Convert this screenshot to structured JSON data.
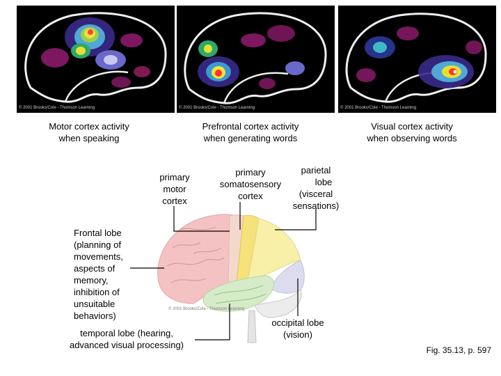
{
  "copyright": "© 2001 Brooks/Cole - Thomson Learning",
  "scans": [
    {
      "caption_line1": "Motor cortex activity",
      "caption_line2": "when speaking"
    },
    {
      "caption_line1": "Prefrontal cortex activity",
      "caption_line2": "when generating words"
    },
    {
      "caption_line1": "Visual cortex activity",
      "caption_line2": "when observing words"
    }
  ],
  "labels": {
    "primary_motor": [
      "primary",
      "motor",
      "cortex"
    ],
    "somatosensory": [
      "primary",
      "somatosensory",
      "cortex"
    ],
    "parietal": [
      "parietal",
      "lobe",
      "(visceral",
      "sensations)"
    ],
    "frontal": [
      "Frontal lobe",
      "(planning of",
      "movements,",
      "aspects of",
      "memory,",
      "inhibition of",
      "unsuitable",
      "behaviors)"
    ],
    "temporal": [
      "temporal lobe (hearing,",
      "advanced visual processing)"
    ],
    "occipital": [
      "occipital lobe",
      "(vision)"
    ]
  },
  "figure_ref": "Fig. 35.13, p. 597",
  "colors": {
    "frontal": "#f4c2c2",
    "motor_strip": "#f3d8ce",
    "somatosensory": "#f6e27a",
    "parietal": "#f8f0a8",
    "temporal": "#d6ecc8",
    "occipital": "#dcdcee",
    "cerebellum": "#ececec"
  }
}
